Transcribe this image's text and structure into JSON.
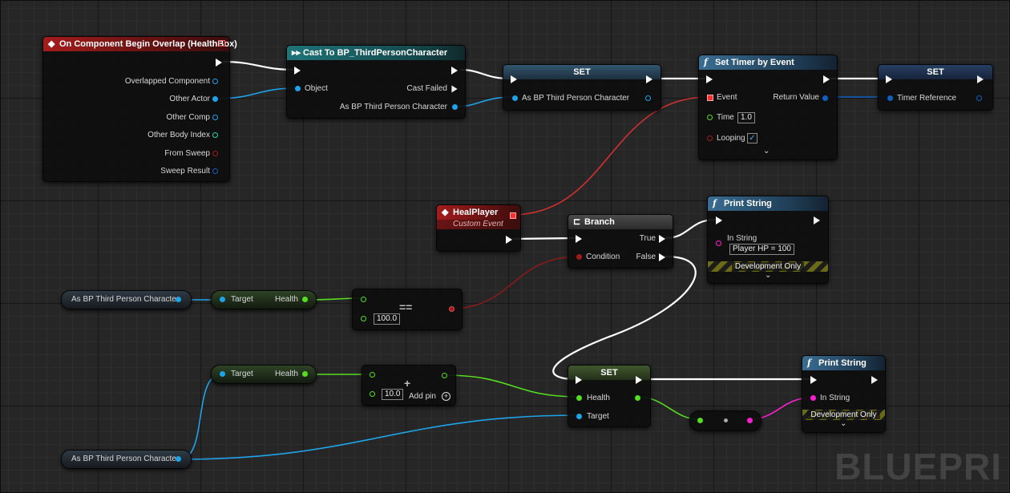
{
  "nodes": {
    "overlap": {
      "title": "On Component Begin Overlap (HealthBox)",
      "pins": [
        "Overlapped Component",
        "Other Actor",
        "Other Comp",
        "Other Body Index",
        "From Sweep",
        "Sweep Result"
      ]
    },
    "cast": {
      "title": "Cast To BP_ThirdPersonCharacter",
      "object": "Object",
      "cast_failed": "Cast Failed",
      "as_bp": "As BP Third Person Character"
    },
    "set1": {
      "title": "SET",
      "pin": "As BP Third Person Character"
    },
    "timer": {
      "title": "Set Timer by Event",
      "event": "Event",
      "time": "Time",
      "time_value": "1.0",
      "looping": "Looping",
      "looping_checked": true,
      "return_value": "Return Value"
    },
    "set2": {
      "title": "SET",
      "pin": "Timer Reference"
    },
    "heal": {
      "title": "HealPlayer",
      "subtitle": "Custom Event"
    },
    "branch": {
      "title": "Branch",
      "condition": "Condition",
      "true_label": "True",
      "false_label": "False"
    },
    "print1": {
      "title": "Print String",
      "in_string": "In String",
      "value": "Player HP = 100",
      "dev": "Development Only"
    },
    "var1": {
      "label": "As BP Third Person Character"
    },
    "get1": {
      "target": "Target",
      "health": "Health"
    },
    "equal": {
      "op": "==",
      "value": "100.0"
    },
    "get2": {
      "target": "Target",
      "health": "Health"
    },
    "add": {
      "op": "+",
      "value": "10.0",
      "add_pin": "Add pin"
    },
    "set3": {
      "title": "SET",
      "health": "Health",
      "target": "Target"
    },
    "print2": {
      "title": "Print String",
      "in_string": "In String",
      "dev": "Development Only"
    },
    "var2": {
      "label": "As BP Third Person Character"
    }
  },
  "watermark": "BLUEPRI",
  "colors": {
    "exec": "#ffffff",
    "object": "#1fa3e8",
    "float": "#55dd20",
    "bool": "#a01a1a",
    "string": "#ff1fd0",
    "delegate": "#ff3030",
    "struct": "#1060c0"
  }
}
